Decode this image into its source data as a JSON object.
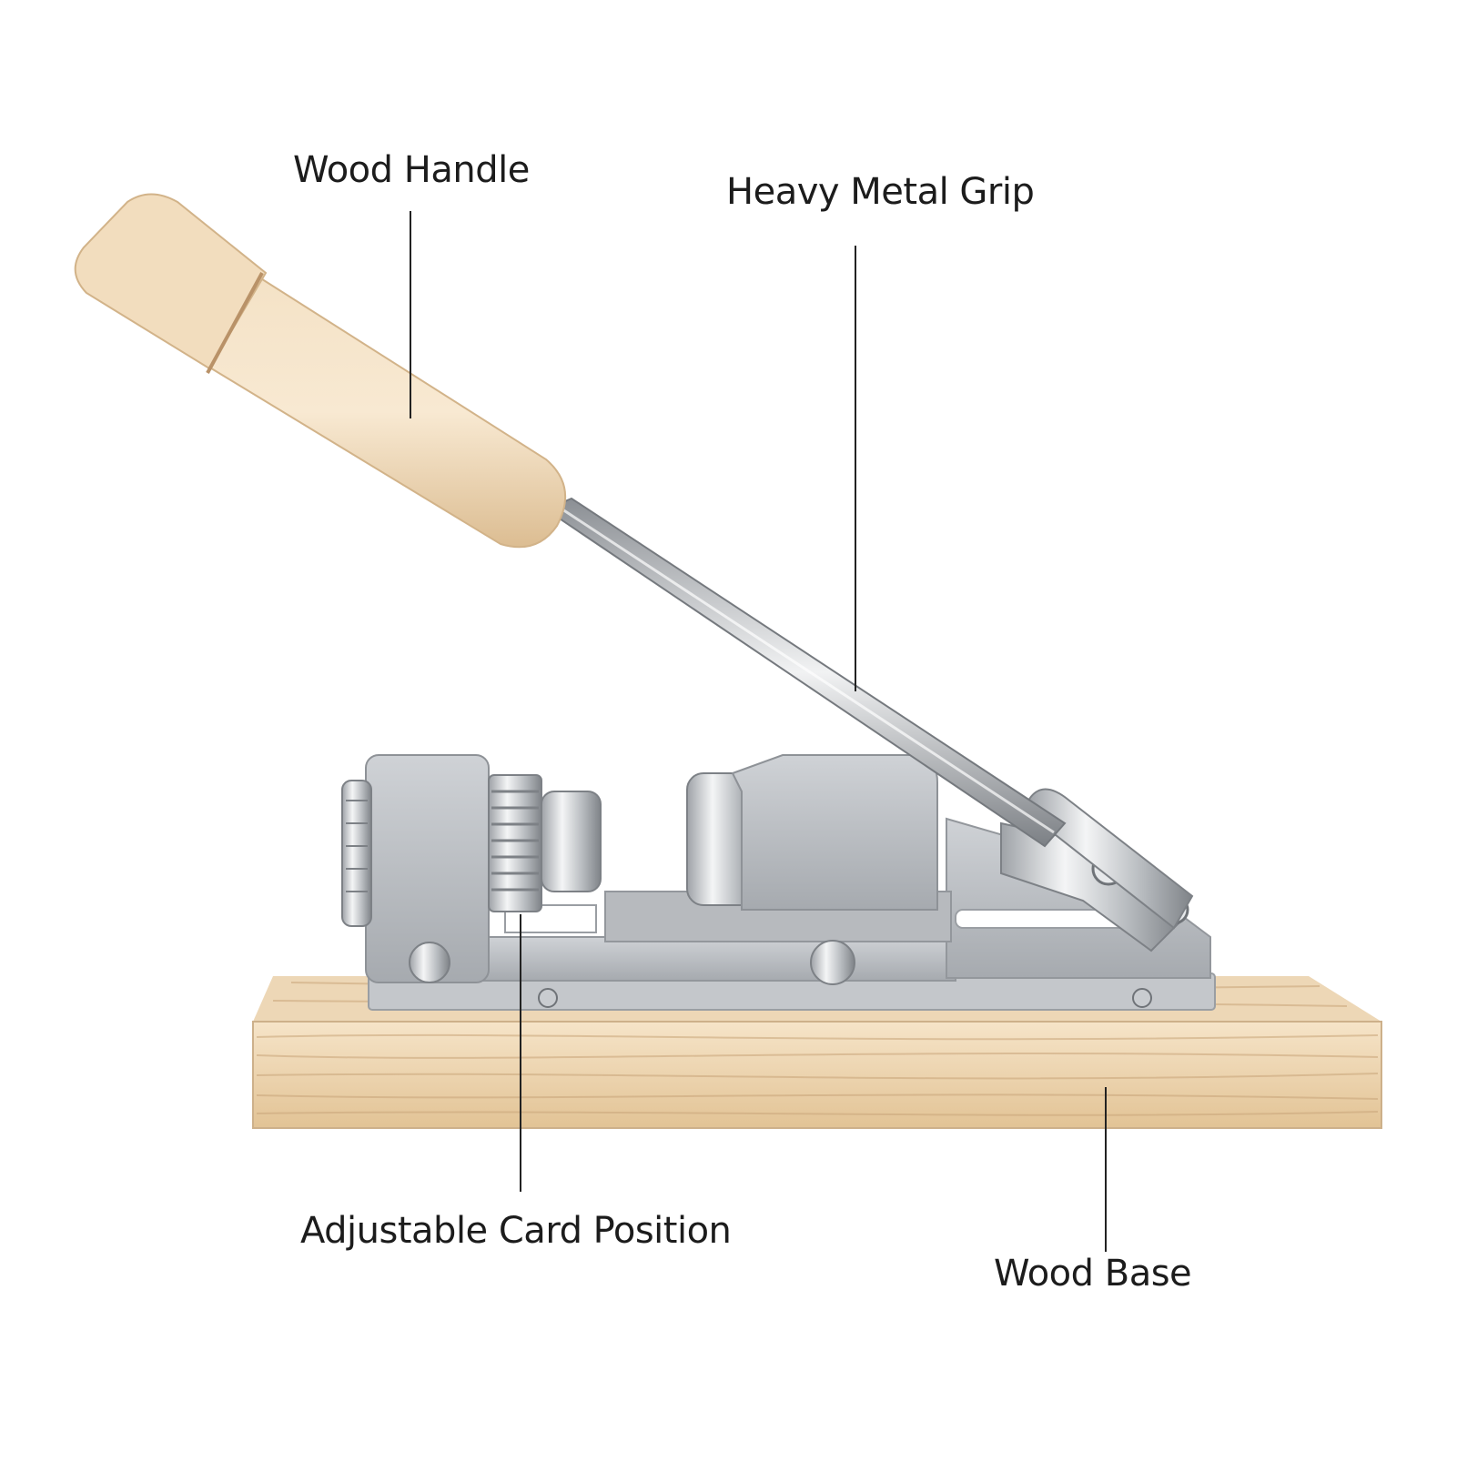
{
  "labels": {
    "wood_handle": "Wood Handle",
    "heavy_metal_grip": "Heavy Metal Grip",
    "adjustable_card_position": "Adjustable Card Position",
    "wood_base": "Wood Base"
  },
  "colors": {
    "background": "#ffffff",
    "text": "#1c1c1c",
    "leader_line": "#222222",
    "wood_light": "#f2dcbc",
    "wood_mid": "#e6c9a0",
    "wood_grain": "#c9a57a",
    "metal_gray": "#b9bcc0",
    "metal_dark": "#8e9297",
    "chrome": "#d9dcdf"
  }
}
